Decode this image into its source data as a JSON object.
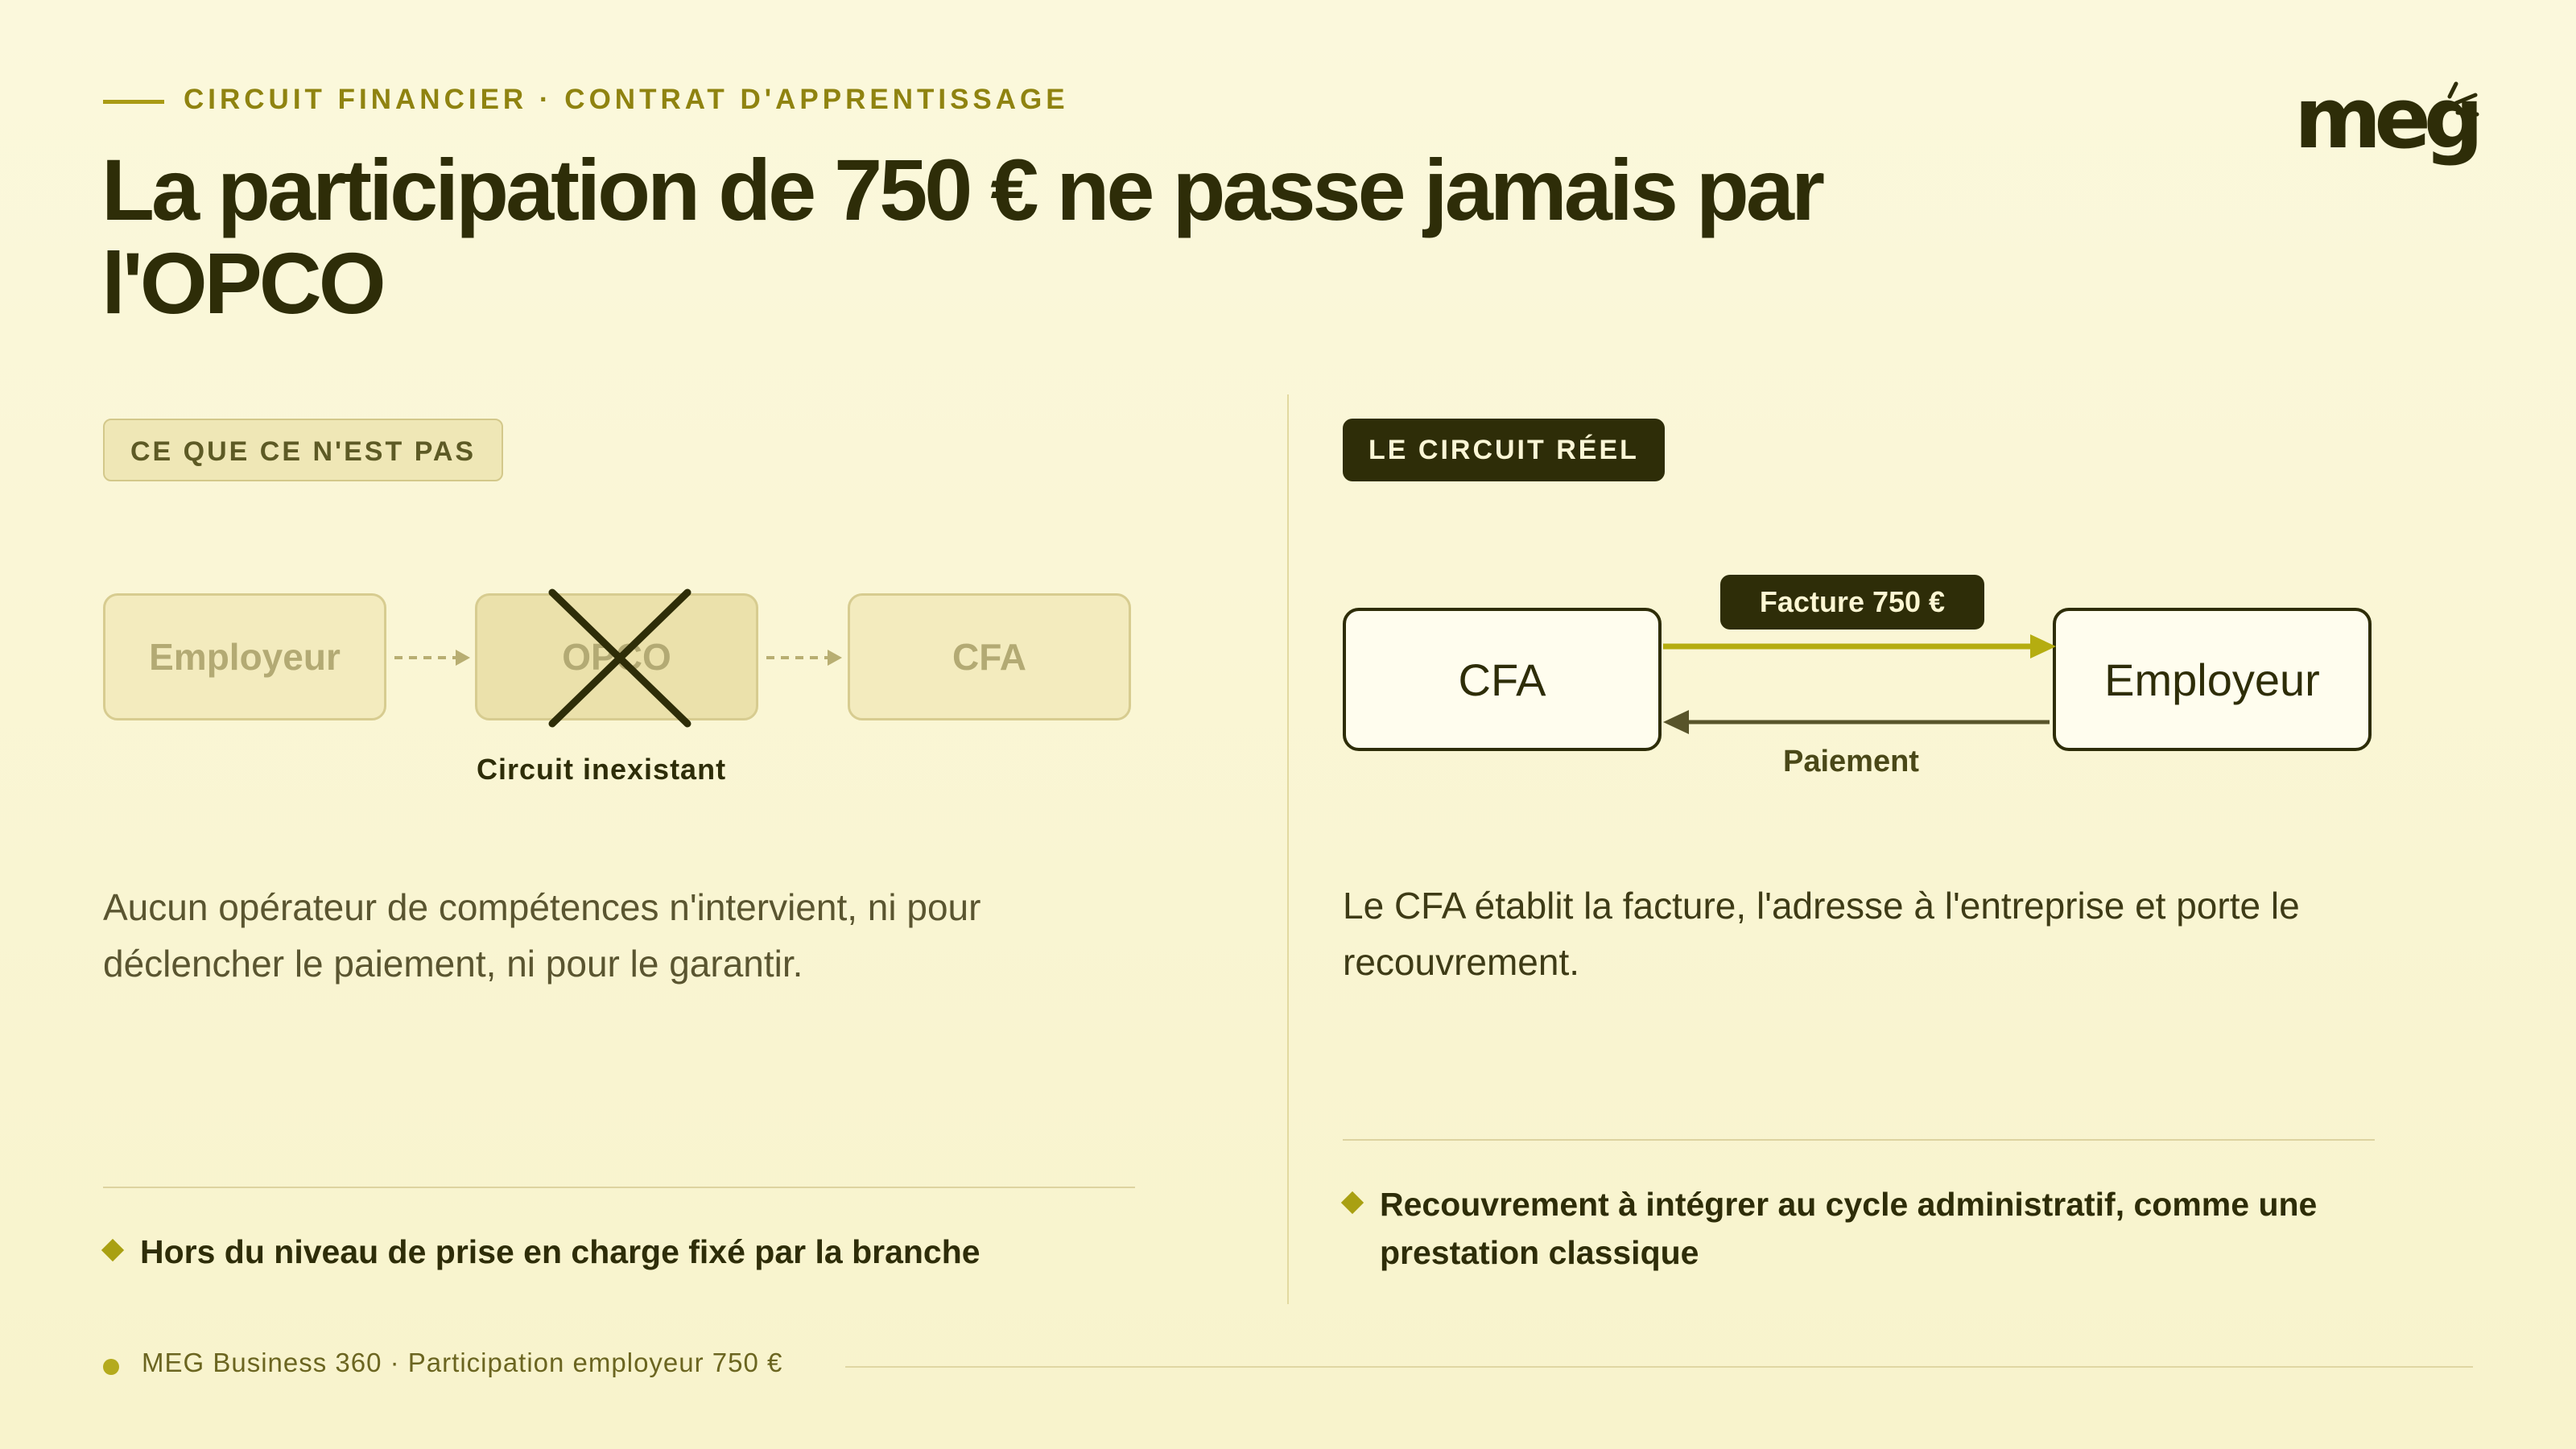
{
  "header": {
    "eyebrow": "CIRCUIT FINANCIER · CONTRAT D'APPRENTISSAGE",
    "title": "La participation de 750 € ne passe jamais par l'OPCO",
    "logo": "meg"
  },
  "left": {
    "pill": "CE QUE CE N'EST PAS",
    "boxes": [
      "Employeur",
      "OPCO",
      "CFA"
    ],
    "caption": "Circuit inexistant",
    "body": "Aucun opérateur de compétences n'intervient, ni pour déclencher le paiement, ni pour le garantir.",
    "note": "Hors du niveau de prise en charge fixé par la branche"
  },
  "right": {
    "pill": "LE CIRCUIT RÉEL",
    "source_box": "CFA",
    "target_box": "Employeur",
    "invoice_label": "Facture 750 €",
    "payment_label": "Paiement",
    "body": "Le CFA établit la facture, l'adresse à l'entreprise et porte le recouvrement.",
    "note": "Recouvrement à intégrer au cycle administratif, comme une prestation classique"
  },
  "footer": {
    "text": "MEG Business 360 · Participation employeur 750 €"
  },
  "colors": {
    "dark": "#2e2d08",
    "accent": "#a99b14",
    "invoice_arrow": "#b5ad10",
    "payment_arrow": "#58542a",
    "background": "#f9f5d4"
  },
  "icons": {
    "cross": "x-cross-icon",
    "bullet": "diamond-icon",
    "arrow": "arrow-right-icon"
  }
}
